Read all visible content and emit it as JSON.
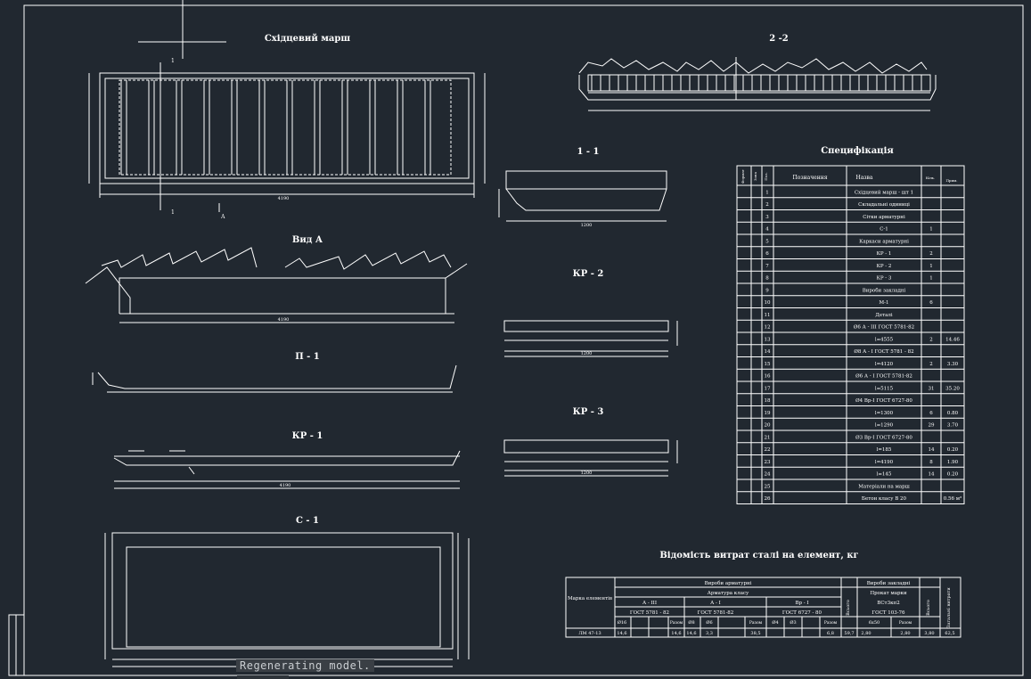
{
  "titles": {
    "stair": "Східцевий марш",
    "view_a": "Вид А",
    "p1": "П - 1",
    "kr1": "КР - 1",
    "c1": "С - 1",
    "s11": "1 - 1",
    "s22": "2 -2",
    "kr2": "КР - 2",
    "kr3": "КР - 3",
    "spec": "Специфікація",
    "vedomost": "Відомість витрат сталі на елемент, кг"
  },
  "spec": {
    "headers": [
      "Формат",
      "Зона",
      "Поз.",
      "Позначення",
      "Назва",
      "Кіль.",
      "Прим."
    ],
    "rows": [
      {
        "pos": "1",
        "name": "Східцевий марш - шт 1",
        "qty": "",
        "note": ""
      },
      {
        "pos": "2",
        "name": "Складальні одиниці",
        "qty": "",
        "note": ""
      },
      {
        "pos": "3",
        "name": "Сітки арматурні",
        "qty": "",
        "note": ""
      },
      {
        "pos": "4",
        "name": "С-1",
        "qty": "1",
        "note": ""
      },
      {
        "pos": "5",
        "name": "Каркаси арматурні",
        "qty": "",
        "note": ""
      },
      {
        "pos": "6",
        "name": "КР - 1",
        "qty": "2",
        "note": ""
      },
      {
        "pos": "7",
        "name": "КР - 2",
        "qty": "1",
        "note": ""
      },
      {
        "pos": "8",
        "name": "КР - 3",
        "qty": "1",
        "note": ""
      },
      {
        "pos": "9",
        "name": "Вироби закладні",
        "qty": "",
        "note": ""
      },
      {
        "pos": "10",
        "name": "М-1",
        "qty": "6",
        "note": ""
      },
      {
        "pos": "11",
        "name": "Деталі",
        "qty": "",
        "note": ""
      },
      {
        "pos": "12",
        "name": "Ø6 А - III ГОСТ 5781-82",
        "qty": "",
        "note": ""
      },
      {
        "pos": "13",
        "name": "l=4555",
        "qty": "2",
        "note": "14.46"
      },
      {
        "pos": "14",
        "name": "Ø8 А - I ГОСТ 5781 - 82",
        "qty": "",
        "note": ""
      },
      {
        "pos": "15",
        "name": "l=4120",
        "qty": "2",
        "note": "3.30"
      },
      {
        "pos": "16",
        "name": "Ø6 А - I ГОСТ 5781-82",
        "qty": "",
        "note": ""
      },
      {
        "pos": "17",
        "name": "l=5115",
        "qty": "31",
        "note": "35.20"
      },
      {
        "pos": "18",
        "name": "Ø4 Вр-I ГОСТ 6727-80",
        "qty": "",
        "note": ""
      },
      {
        "pos": "19",
        "name": "l=1300",
        "qty": "6",
        "note": "0.80"
      },
      {
        "pos": "20",
        "name": "l=1290",
        "qty": "29",
        "note": "3.70"
      },
      {
        "pos": "21",
        "name": "Ø3 Вр-I ГОСТ 6727-80",
        "qty": "",
        "note": ""
      },
      {
        "pos": "22",
        "name": "l=185",
        "qty": "14",
        "note": "0.20"
      },
      {
        "pos": "23",
        "name": "l=4190",
        "qty": "8",
        "note": "1.90"
      },
      {
        "pos": "24",
        "name": "l=145",
        "qty": "14",
        "note": "0.20"
      },
      {
        "pos": "25",
        "name": "Матеріали на марш",
        "qty": "",
        "note": ""
      },
      {
        "pos": "26",
        "name": "Бетон класу B 20",
        "qty": "",
        "note": "0.56 м³"
      }
    ]
  },
  "vedomost": {
    "group_reinf": "Вироби арматурні",
    "group_embed": "Вироби закладні",
    "reinf_class": "Арматура класу",
    "profile": "Прокат марки",
    "mark_header": "Марка елементів",
    "total_all": "Загальні витрати",
    "total": "Всього",
    "razom": "Разом",
    "classes": [
      {
        "name": "А - III",
        "gost": "ГОСТ 5781 - 82"
      },
      {
        "name": "А - I",
        "gost": "ГОСТ 5781-82"
      },
      {
        "name": "Вр - I",
        "gost": "ГОСТ 6727 - 80"
      }
    ],
    "steel": "ВСт3кп2",
    "steel_gost": "ГОСТ 103-76",
    "profile_size": "6х50",
    "diameters": [
      "Ø16",
      "Ø8",
      "Ø6",
      "Ø4",
      "Ø3"
    ],
    "row": {
      "mark": "ЛМ 47-13",
      "values": [
        "14,6",
        "14,6",
        "14,6",
        "3,3",
        "38,5",
        "6,8",
        "59,7",
        "2,80",
        "2,80",
        "3,80",
        "62,5"
      ]
    }
  },
  "stair_dims": {
    "overall": "4190",
    "d1": "1200",
    "d2": "1200"
  },
  "section_labels": {
    "cut": "1",
    "view": "А"
  },
  "status": {
    "text": "Regenerating model."
  }
}
